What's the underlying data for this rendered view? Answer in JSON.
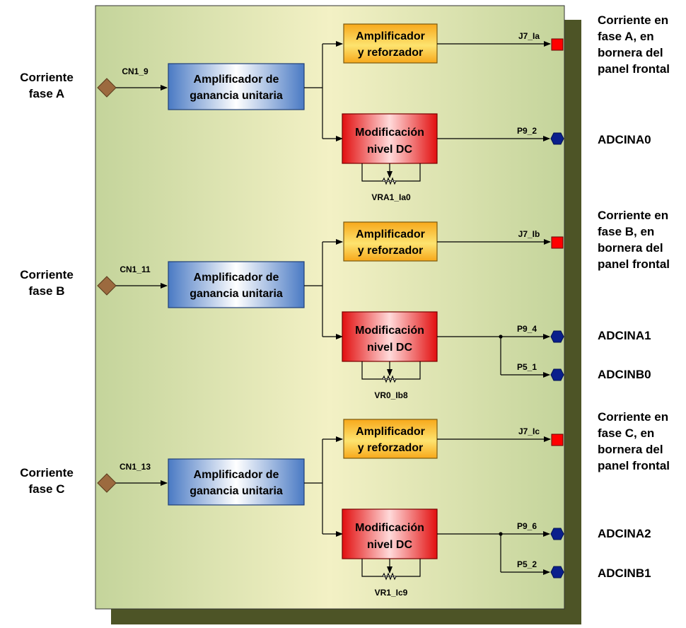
{
  "inputs": [
    {
      "label_line1": "Corriente",
      "label_line2": "fase A",
      "connector": "CN1_9"
    },
    {
      "label_line1": "Corriente",
      "label_line2": "fase B",
      "connector": "CN1_11"
    },
    {
      "label_line1": "Corriente",
      "label_line2": "fase C",
      "connector": "CN1_13"
    }
  ],
  "blocks": {
    "unity_line1": "Amplificador de",
    "unity_line2": "ganancia unitaria",
    "amp_line1": "Amplificador",
    "amp_line2": "y reforzador",
    "dc_line1": "Modificación",
    "dc_line2": "nivel DC"
  },
  "channels": [
    {
      "front_terminal": "J7_Ia",
      "front_label": [
        "Corriente en",
        "fase A, en",
        "bornera del",
        "panel frontal"
      ],
      "potentiometer": "VRA1_Ia0",
      "adc_pins": [
        "P9_2"
      ],
      "adc_labels": [
        "ADCINA0"
      ]
    },
    {
      "front_terminal": "J7_Ib",
      "front_label": [
        "Corriente en",
        "fase B, en",
        "bornera del",
        "panel frontal"
      ],
      "potentiometer": "VR0_Ib8",
      "adc_pins": [
        "P9_4",
        "P5_1"
      ],
      "adc_labels": [
        "ADCINA1",
        "ADCINB0"
      ]
    },
    {
      "front_terminal": "J7_Ic",
      "front_label": [
        "Corriente en",
        "fase C, en",
        "bornera del",
        "panel frontal"
      ],
      "potentiometer": "VR1_Ic9",
      "adc_pins": [
        "P9_6",
        "P5_2"
      ],
      "adc_labels": [
        "ADCINA2",
        "ADCINB1"
      ]
    }
  ],
  "colors": {
    "board_shadow": "#4d5426",
    "board_left": "#c3d39a",
    "board_mid": "#f4f1c6",
    "input_diamond": "#9c6a3f",
    "front_terminal": "#ff0000",
    "adc_connector": "#0a1f8c",
    "unity_block": "#4f80c9",
    "amp_block": "#f5b323",
    "dc_block": "#e01616"
  }
}
